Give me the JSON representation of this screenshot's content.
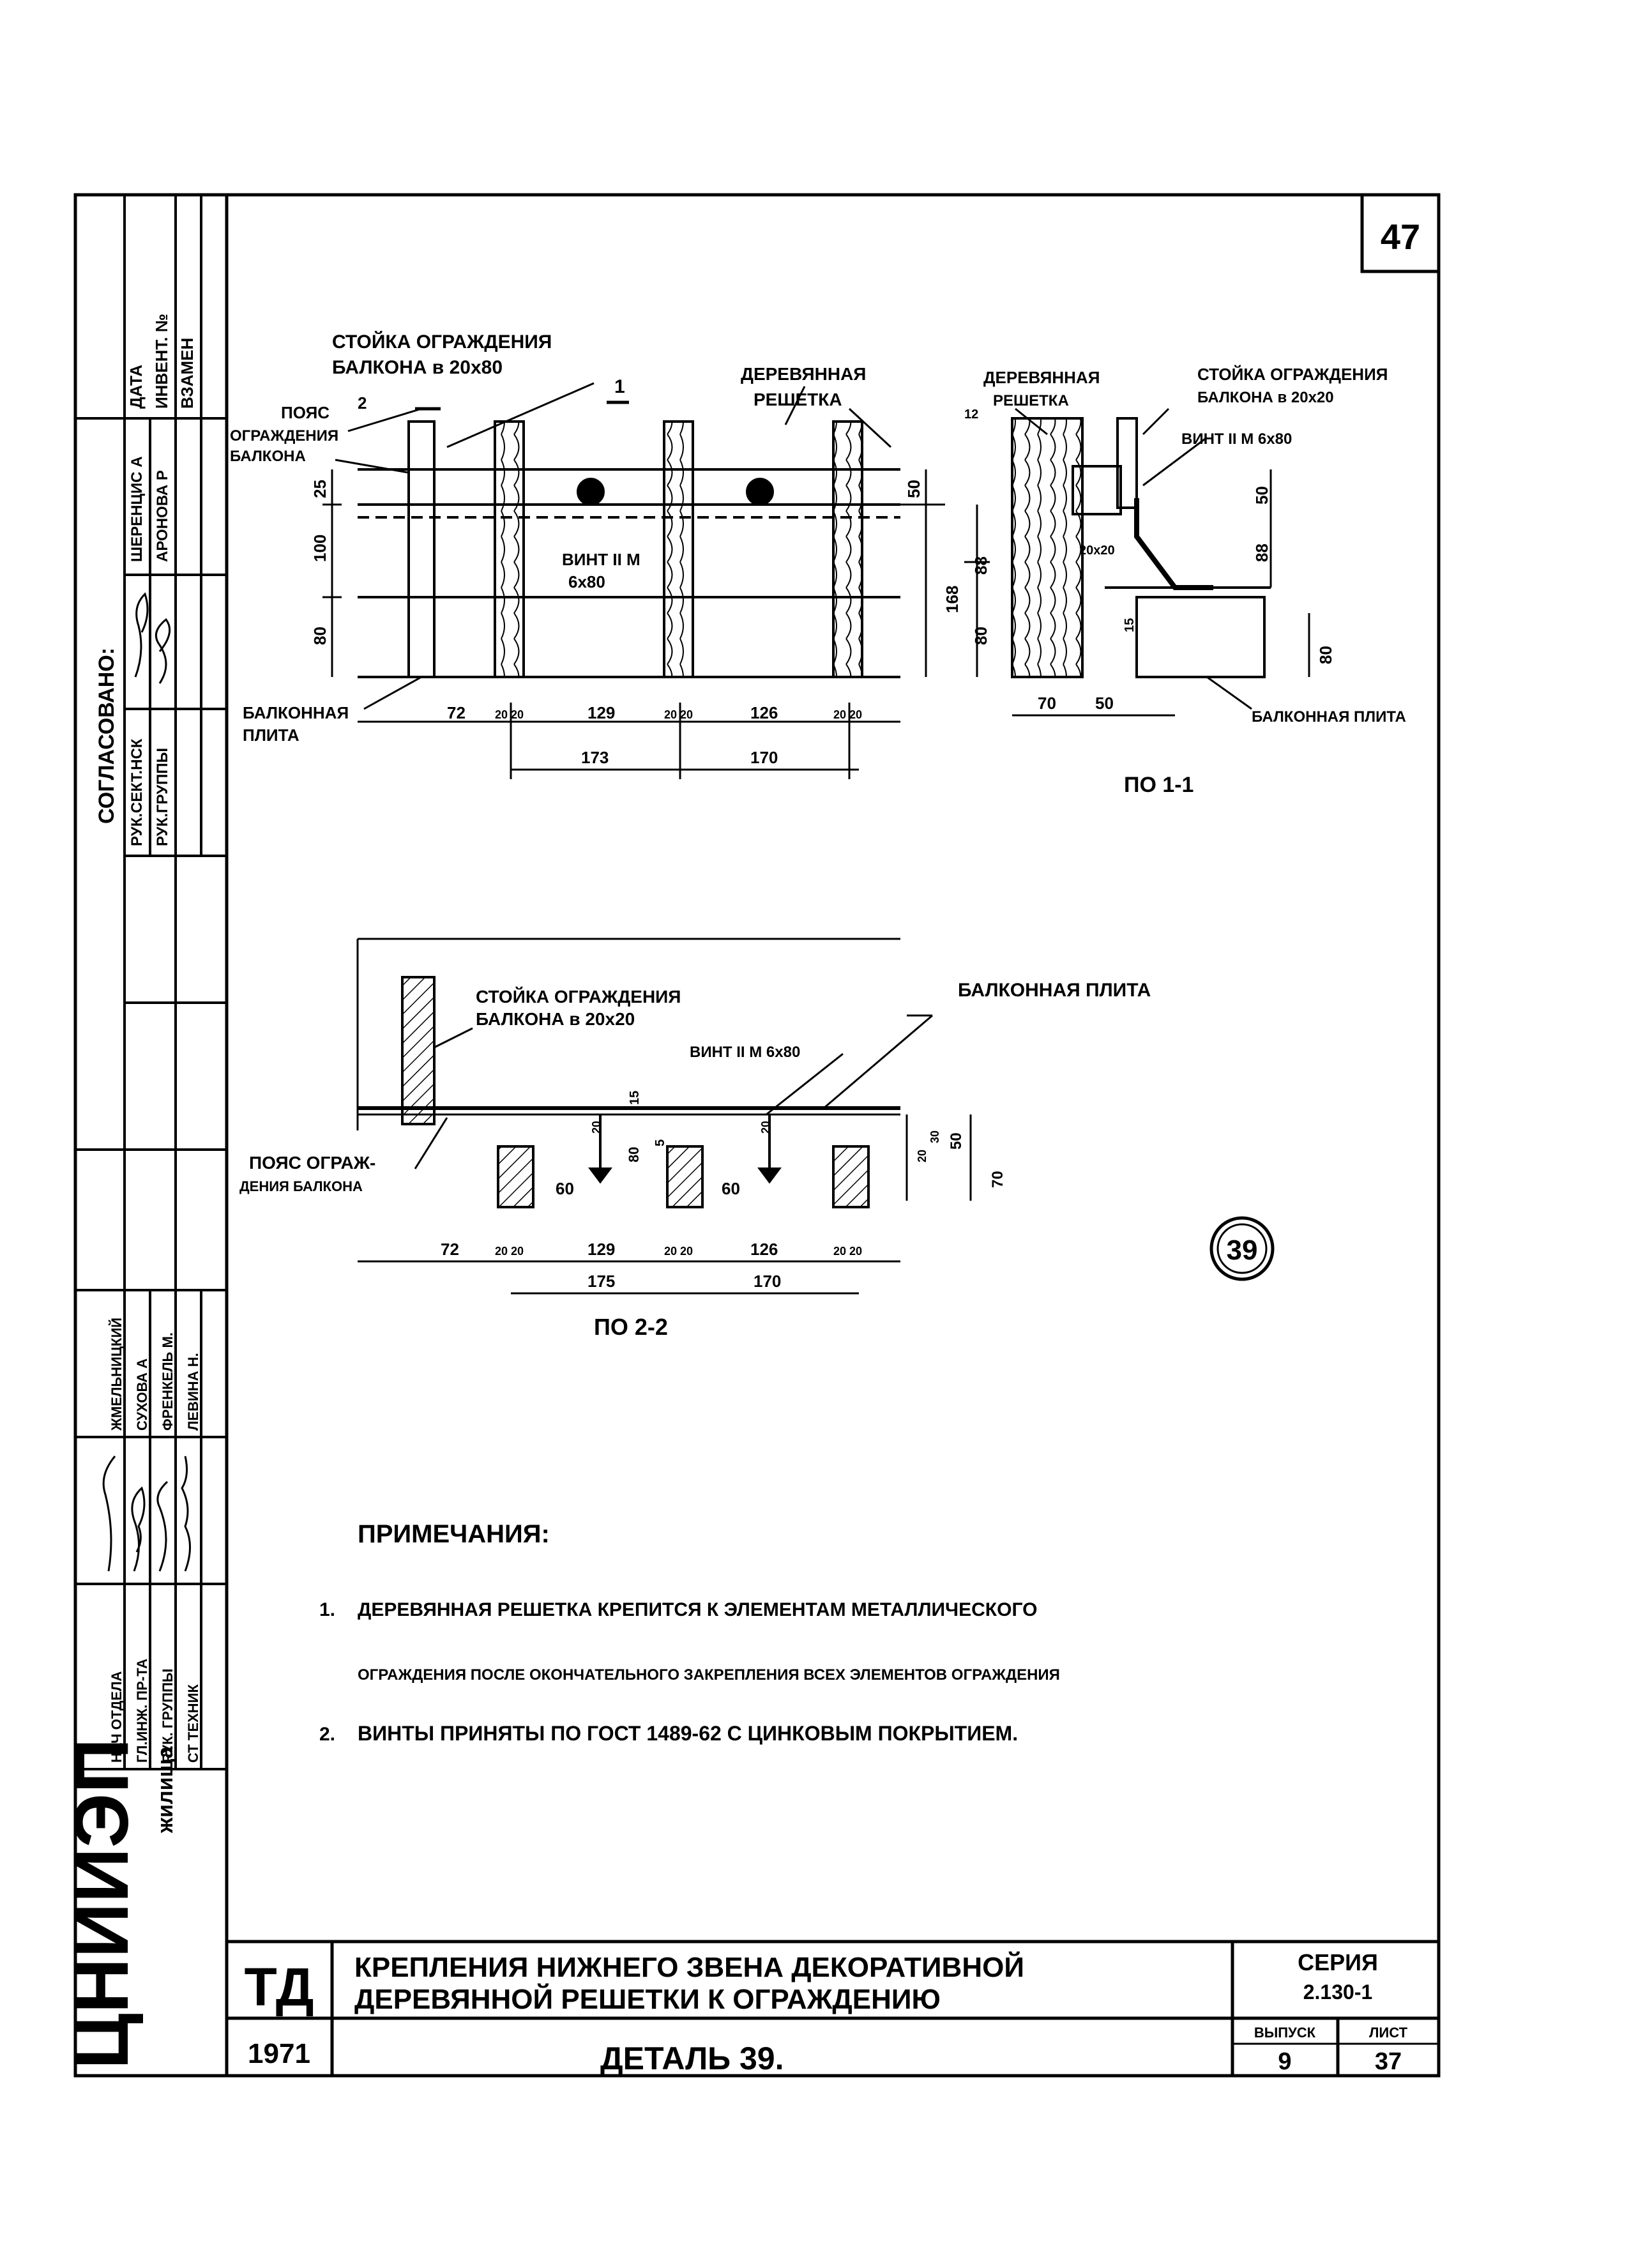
{
  "sheet_number": "47",
  "detail_mark": "39",
  "side_stamp": {
    "agreed": "СОГЛАСОВАНО:",
    "col_headers": [
      "ДАТА",
      "ИНВЕНТ. №",
      "ВЗАМЕН"
    ],
    "approvals": [
      {
        "role": "РУК.СЕКТ.НСК",
        "name": "ШЕРЕНЦИС А"
      },
      {
        "role": "РУК.ГРУППЫ",
        "name": "АРОНОВА Р"
      }
    ],
    "staff": [
      {
        "role": "НАЧ ОТДЕЛА",
        "name": "ЖМЕЛЬНИЦКИЙ"
      },
      {
        "role": "ГЛ.ИНЖ. ПР-ТА",
        "name": "СУХОВА А"
      },
      {
        "role": "РУК. ГРУППЫ",
        "name": "ФРЕНКЕЛЬ М."
      },
      {
        "role": "СТ ТЕХНИК",
        "name": "ЛЕВИНА Н."
      }
    ],
    "org": "ЦНИИЭП",
    "org_sub": "жилища"
  },
  "drawing_top": {
    "label_post": "СТОЙКА ОГРАЖДЕНИЯ",
    "label_post_2": "БАЛКОНА в 20х80",
    "label_belt": "ПОЯС",
    "label_belt_2": "ОГРАЖДЕНИЯ",
    "label_belt_3": "БАЛКОНА",
    "section_mark_2": "2",
    "section_mark_1": "1",
    "label_lattice": "ДЕРЕВЯННАЯ",
    "label_lattice_2": "РЕШЕТКА",
    "label_screw": "ВИНТ II М",
    "label_screw_2": "6х80",
    "label_slab": "БАЛКОННАЯ",
    "label_slab_2": "ПЛИТА",
    "dims_vertical": [
      "25",
      "100",
      "80",
      "50",
      "168"
    ],
    "dims_bottom": [
      "72",
      "20",
      "20",
      "129",
      "20",
      "20",
      "126",
      "20",
      "20"
    ],
    "dims_bottom_2": [
      "173",
      "170"
    ]
  },
  "section_1": {
    "label_lattice": "ДЕРЕВЯННАЯ",
    "label_lattice_2": "РЕШЕТКА",
    "label_post": "СТОЙКА ОГРАЖДЕНИЯ",
    "label_post_2": "БАЛКОНА в 20х20",
    "label_screw": "ВИНТ II М 6х80",
    "label_slab": "БАЛКОННАЯ ПЛИТА",
    "dims_left": [
      "88",
      "80"
    ],
    "dims_right": [
      "50",
      "88",
      "80"
    ],
    "dims_misc": [
      "12",
      "20x20",
      "15"
    ],
    "dims_bottom": [
      "70",
      "50"
    ],
    "caption": "ПО 1-1"
  },
  "section_2": {
    "label_post": "СТОЙКА ОГРАЖДЕНИЯ",
    "label_post_2": "БАЛКОНА в 20х20",
    "label_slab": "БАЛКОННАЯ ПЛИТА",
    "label_screw": "ВИНТ II М 6х80",
    "label_belt": "ПОЯС ОГРАЖ-",
    "label_belt_2": "ДЕНИЯ БАЛКОНА",
    "dims_misc": [
      "15",
      "20",
      "80",
      "5",
      "20",
      "20",
      "30",
      "50",
      "70"
    ],
    "dims_60": [
      "60",
      "60"
    ],
    "dims_bottom": [
      "72",
      "20",
      "20",
      "129",
      "20",
      "20",
      "126",
      "20",
      "20"
    ],
    "dims_bottom_2": [
      "175",
      "170"
    ],
    "caption": "ПО 2-2"
  },
  "notes": {
    "title": "ПРИМЕЧАНИЯ:",
    "items": [
      {
        "num": "1.",
        "line1": "ДЕРЕВЯННАЯ РЕШЕТКА КРЕПИТСЯ К ЭЛЕМЕНТАМ МЕТАЛЛИЧЕСКОГО",
        "line2": "ОГРАЖДЕНИЯ ПОСЛЕ ОКОНЧАТЕЛЬНОГО ЗАКРЕПЛЕНИЯ ВСЕХ ЭЛЕМЕНТОВ ОГРАЖДЕНИЯ"
      },
      {
        "num": "2.",
        "line1": "ВИНТЫ ПРИНЯТЫ ПО ГОСТ 1489-62 С ЦИНКОВЫМ ПОКРЫТИЕМ.",
        "line2": ""
      }
    ]
  },
  "title_block": {
    "td": "ТД",
    "year": "1971",
    "title_line1": "КРЕПЛЕНИЯ НИЖНЕГО ЗВЕНА ДЕКОРАТИВНОЙ",
    "title_line2": "ДЕРЕВЯННОЙ РЕШЕТКИ К ОГРАЖДЕНИЮ",
    "detail": "ДЕТАЛЬ 39.",
    "series_label": "СЕРИЯ",
    "series_value": "2.130-1",
    "issue_label": "ВЫПУСК",
    "issue_value": "9",
    "sheet_label": "ЛИСТ",
    "sheet_value": "37"
  }
}
